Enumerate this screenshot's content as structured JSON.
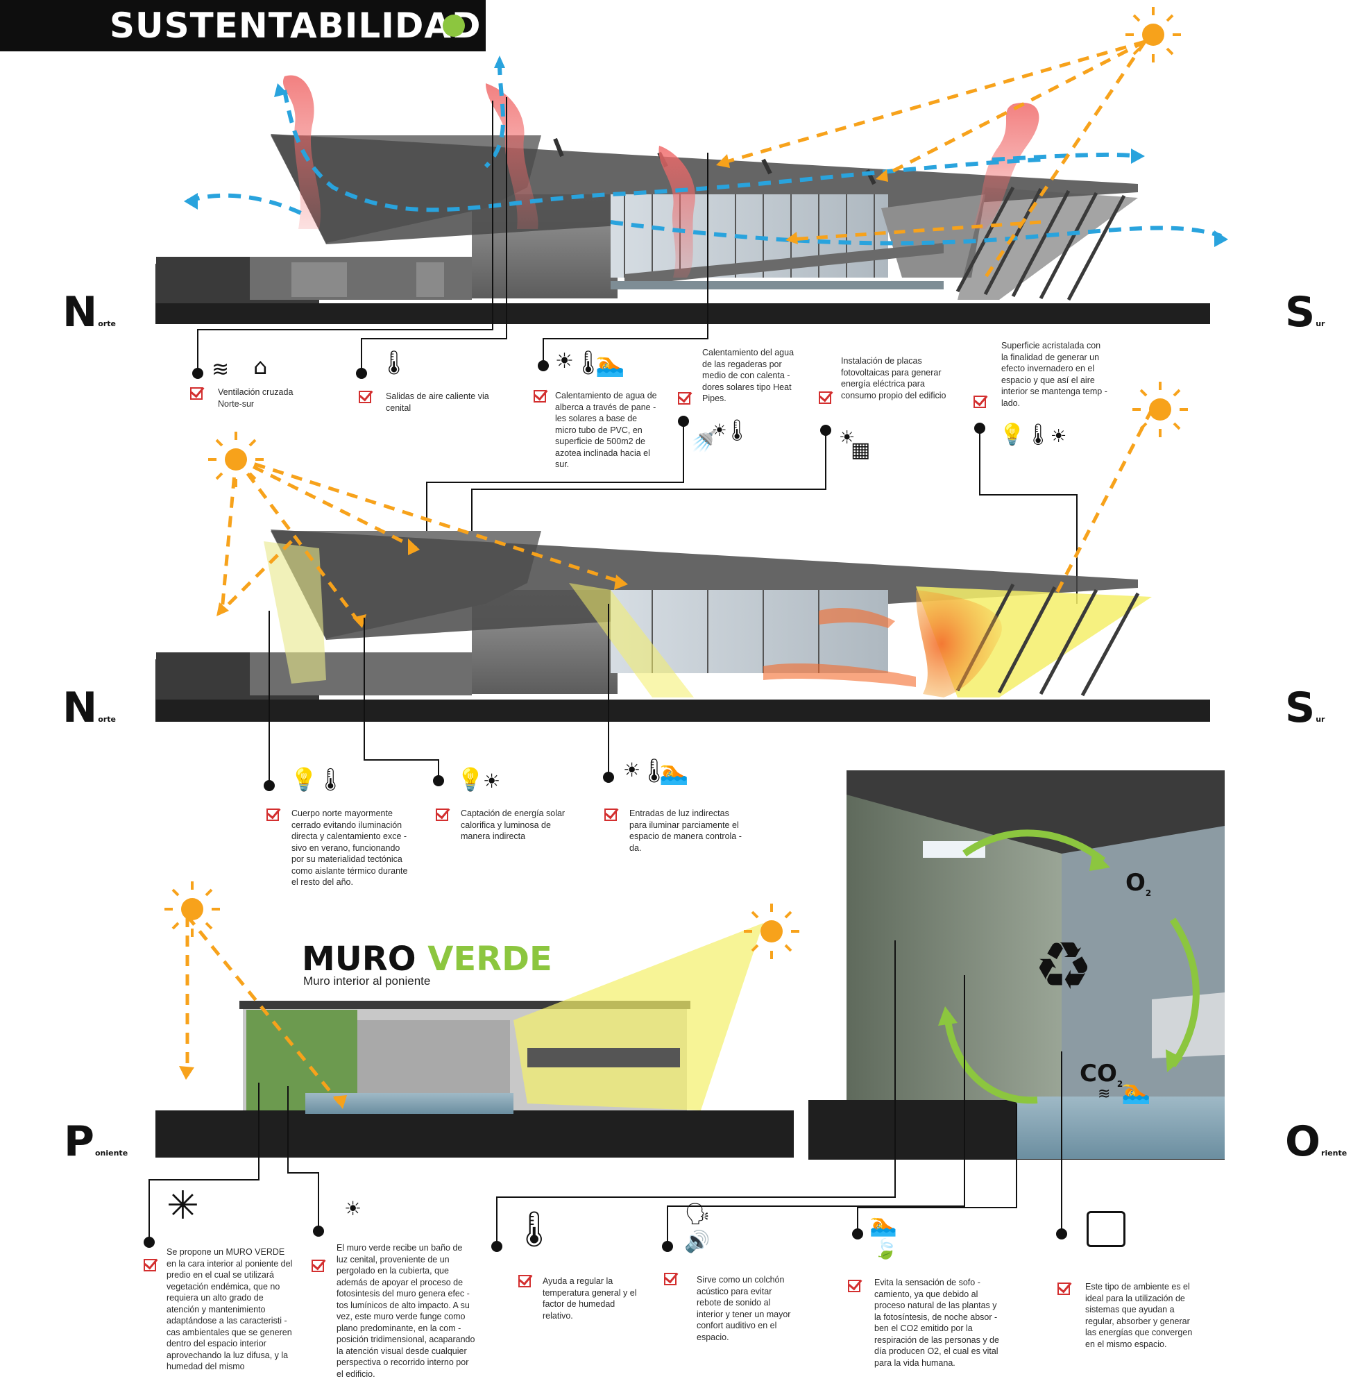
{
  "header": {
    "title": "SUSTENTABILIDAD",
    "dot_color": "#8cc63f"
  },
  "orientation": {
    "north_letter": "N",
    "north_suffix": "orte",
    "south_letter": "S",
    "south_suffix": "ur",
    "west_letter": "P",
    "west_suffix": "oniente",
    "east_letter": "O",
    "east_suffix": "riente"
  },
  "colors": {
    "check": "#d32f2f",
    "sun": "#f7a21b",
    "air": "#29a3dd",
    "heat": "#f06a6a",
    "green": "#8cc63f",
    "light": "#f4ef6a"
  },
  "section1_notes": [
    {
      "text": "Ventilación cruzada\nNorte-sur",
      "icons": [
        "wind-icon",
        "house-icon"
      ]
    },
    {
      "text": "Salidas de aire caliente via\ncenital",
      "icons": [
        "thermometer-icon"
      ]
    },
    {
      "text": "Calentamiento de agua de\nalberca a través de pane -\nles solares a base de\nmicro tubo de PVC, en\nsuperficie de 500m2 de\nazotea inclinada hacia el\nsur.",
      "icons": [
        "sun-icon",
        "thermometer-icon",
        "swimmer-icon"
      ]
    },
    {
      "text": "Calentamiento del agua\nde las regaderas  por\nmedio de con calenta -\ndores solares tipo Heat\nPipes.",
      "icons": [
        "shower-icon",
        "sun-icon",
        "thermometer-icon"
      ]
    },
    {
      "text": "Instalación de placas\nfotovoltaicas para generar\nenergía eléctrica para\nconsumo propio del edificio",
      "icons": [
        "sun-icon",
        "solar-panel-icon"
      ]
    },
    {
      "text": "Superficie acristalada con\nla finalidad de generar un\nefecto invernadero en el\nespacio y que así el aire\ninterior se mantenga temp -\nlado.",
      "icons": [
        "lightbulb-icon",
        "thermometer-icon",
        "sun-icon"
      ]
    }
  ],
  "section2_notes": [
    {
      "text": "Cuerpo norte mayormente\ncerrado evitando iluminación\ndirecta y calentamiento exce -\nsivo en verano, funcionando\npor su materialidad tectónica\ncomo aislante térmico durante\nel resto del año.",
      "icons": [
        "lightbulb-icon",
        "thermometer-icon"
      ]
    },
    {
      "text": "Captación de energía solar\ncalorifica y luminosa de\nmanera indirecta",
      "icons": [
        "lightbulb-icon",
        "sun-icon"
      ]
    },
    {
      "text": "Entradas de luz indirectas\npara iluminar parciamente el\nespacio de manera controla -\nda.",
      "icons": [
        "sun-icon",
        "thermometer-icon",
        "swimmer-icon"
      ]
    }
  ],
  "muro": {
    "title_word1": "MURO",
    "title_word2": "VERDE",
    "subtitle": "Muro interior al poniente"
  },
  "gases": {
    "o2": "O",
    "o2_sub": "2",
    "co2": "CO",
    "co2_sub": "2"
  },
  "section3_notes": [
    {
      "text": "Se propone un MURO VERDE\nen la cara interior al poniente del\npredio en el cual se utilizará\nvegetación endémica, que no\nrequiera un alto grado de\natención y mantenimiento\nadaptándose a las caracteristi -\ncas ambientales que se generen\ndentro del espacio interior\naprovechando la luz difusa, y la\nhumedad del mismo",
      "icons": [
        "plant-icon"
      ]
    },
    {
      "text": "El muro verde recibe un baño de\nluz cenital, proveniente de un\npergolado en la cubierta, que\nademás de apoyar el proceso de\nfotosintesis del muro genera efec -\ntos lumínicos de alto impacto. A su\nvez, este muro verde funge como\nplano predominante, en la com -\nposición tridimensional, acaparando\nla atención visual desde cualquier\nperspectiva o recorrido interno por\nel edificio.",
      "icons": [
        "sun-icon"
      ]
    },
    {
      "text": "Ayuda a regular la\ntemperatura general y el\nfactor de humedad\nrelativo.",
      "icons": [
        "thermometer-icon"
      ]
    },
    {
      "text": "Sirve  como un colchón\nacústico para evitar\nrebote de sonido al\ninterior y tener un mayor\nconfort auditivo en el\nespacio.",
      "icons": [
        "speaking-head-icon",
        "speaker-icon"
      ]
    },
    {
      "text": "Evita la sensación de sofo -\ncamiento, ya que debido al\nproceso natural de las plantas y\nla fotosíntesis, de noche absor -\nben el CO2 emitido por la\nrespiración de las personas y de\ndía producen O2, el cual es vital\npara la vida humana.",
      "icons": [
        "swimmer-icon",
        "leaf-icon"
      ]
    },
    {
      "text": "Este tipo de ambiente es el\nideal para la utilización de\nsistemas que ayudan a\nregular, absorber y generar\nlas energías que convergen\nen el mismo espacio.",
      "icons": [
        "climate-box-icon"
      ]
    }
  ]
}
